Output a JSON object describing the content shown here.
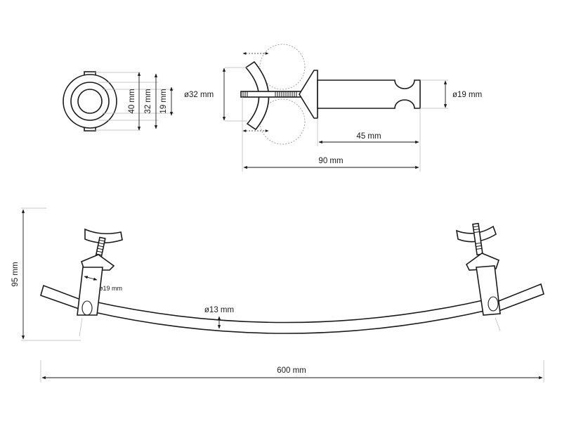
{
  "dimensions": {
    "end_outer": "40 mm",
    "end_middle": "32 mm",
    "end_inner": "19 mm",
    "mount_diameter": "ø32 mm",
    "pipe_diameter_side": "ø19 mm",
    "pipe_length": "45 mm",
    "mount_total_length": "90 mm",
    "bar_height": "95 mm",
    "bracket_diameter": "ø19 mm",
    "rod_diameter": "ø13 mm",
    "bar_width": "600 mm"
  },
  "colors": {
    "line": "#1a1a1a",
    "ghost": "#9a9a9a",
    "extension": "#b5b5b5",
    "background": "#ffffff"
  }
}
